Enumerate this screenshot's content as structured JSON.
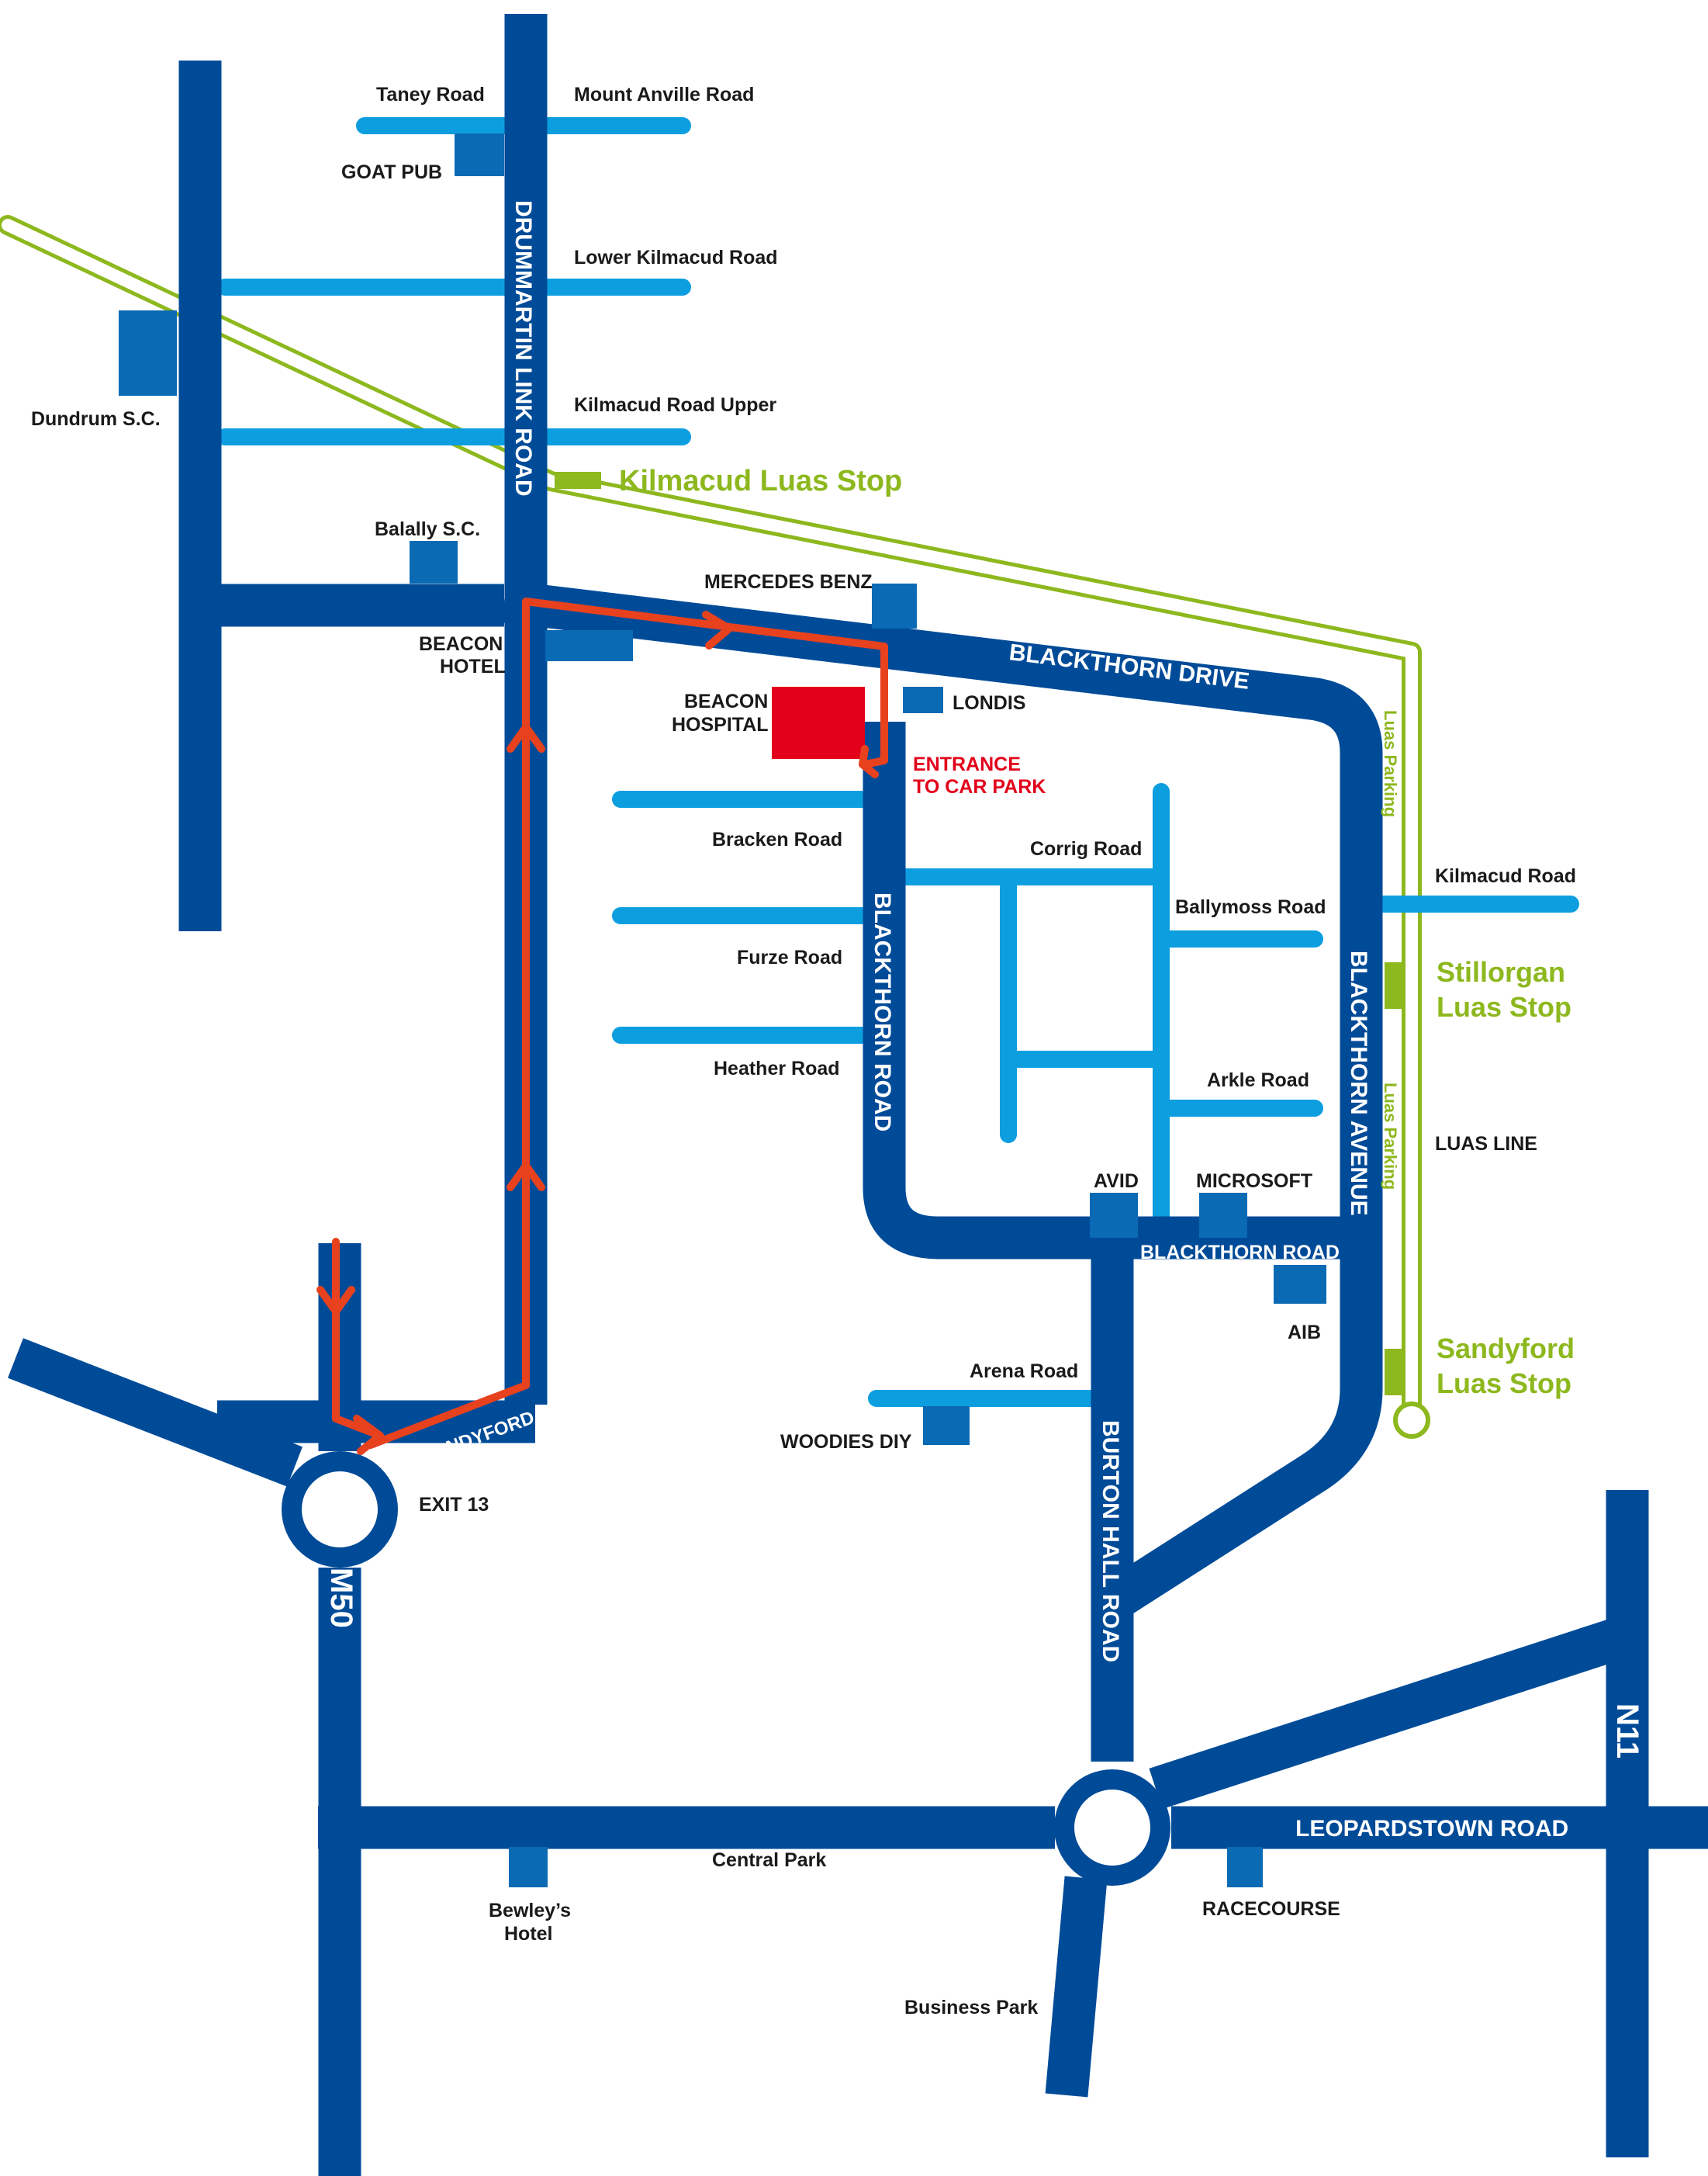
{
  "colors": {
    "major_road": "#004b98",
    "minor_road": "#0d9ee0",
    "building": "#0a6ab4",
    "luas": "#8db81e",
    "route": "#e8411e",
    "hospital": "#e2001a"
  },
  "roads": {
    "drummartin": "DRUMMARTIN LINK ROAD",
    "blackthorn_drive": "BLACKTHORN DRIVE",
    "blackthorn_road_v": "BLACKTHORN ROAD",
    "blackthorn_road_h": "BLACKTHORN ROAD",
    "blackthorn_avenue": "BLACKTHORN AVENUE",
    "burton_hall": "BURTON HALL ROAD",
    "leopardstown": "LEOPARDSTOWN ROAD",
    "m50": "M50",
    "n11": "N11",
    "to_sandyford": "to SANDYFORD",
    "exit13": "EXIT 13"
  },
  "streets": {
    "taney": "Taney Road",
    "mount_anville": "Mount Anville Road",
    "lower_kilmacud": "Lower Kilmacud Road",
    "kilmacud_upper": "Kilmacud Road Upper",
    "bracken": "Bracken Road",
    "furze": "Furze Road",
    "heather": "Heather Road",
    "corrig": "Corrig Road",
    "ballymoss": "Ballymoss Road",
    "arkle": "Arkle Road",
    "kilmacud_road": "Kilmacud Road",
    "arena": "Arena Road",
    "central_park": "Central Park",
    "business_park": "Business Park"
  },
  "places": {
    "goat_pub": "GOAT PUB",
    "dundrum": "Dundrum S.C.",
    "balally": "Balally S.C.",
    "beacon_hotel_1": "BEACON",
    "beacon_hotel_2": "HOTEL",
    "mercedes": "MERCEDES BENZ",
    "beacon_hospital_1": "BEACON",
    "beacon_hospital_2": "HOSPITAL",
    "londis": "LONDIS",
    "entrance_1": "ENTRANCE",
    "entrance_2": "TO CAR PARK",
    "avid": "AVID",
    "microsoft": "MICROSOFT",
    "aib": "AIB",
    "woodies": "WOODIES DIY",
    "bewleys_1": "Bewley’s",
    "bewleys_2": "Hotel",
    "racecourse": "RACECOURSE",
    "luas_line": "LUAS LINE"
  },
  "luas": {
    "kilmacud_stop": "Kilmacud Luas Stop",
    "stillorgan_1": "Stillorgan",
    "stillorgan_2": "Luas Stop",
    "sandyford_1": "Sandyford",
    "sandyford_2": "Luas Stop",
    "parking_1": "Luas Parking",
    "parking_2": "Luas Parking"
  }
}
